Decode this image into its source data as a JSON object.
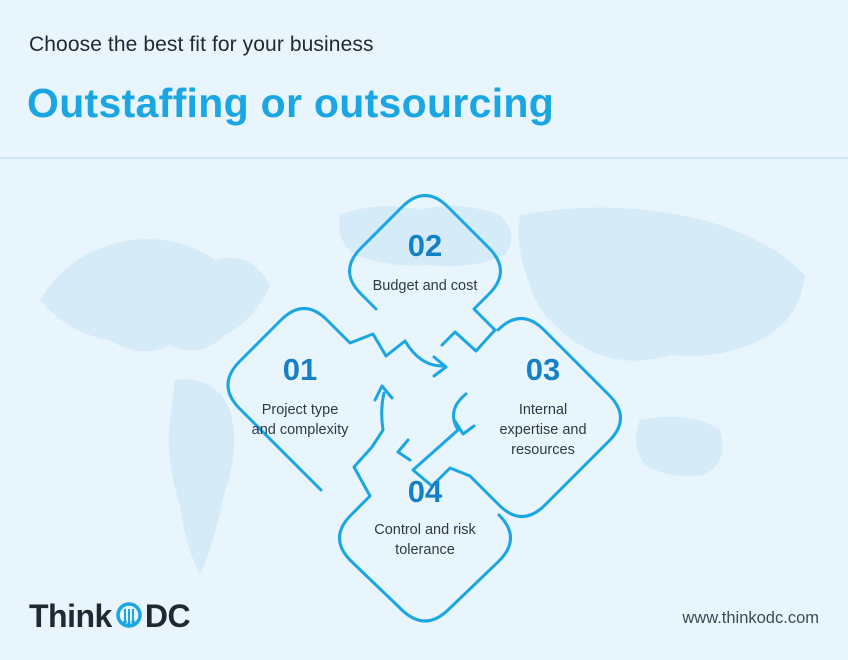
{
  "header": {
    "subtitle": "Choose the best fit for your business",
    "title": "Outstaffing or outsourcing"
  },
  "steps": [
    {
      "number": "01",
      "label_lines": [
        "Project type",
        "and complexity"
      ]
    },
    {
      "number": "02",
      "label_lines": [
        "Budget and cost"
      ]
    },
    {
      "number": "03",
      "label_lines": [
        "Internal",
        "expertise and",
        "resources"
      ]
    },
    {
      "number": "04",
      "label_lines": [
        "Control and risk",
        "tolerance"
      ]
    }
  ],
  "footer": {
    "logo_text_left": "Think",
    "logo_text_right": "DC",
    "url": "www.thinkodc.com"
  },
  "colors": {
    "background": "#e9f5fd",
    "accent": "#1aa6e2",
    "number": "#1480c7",
    "map": "#d6ebf8"
  }
}
